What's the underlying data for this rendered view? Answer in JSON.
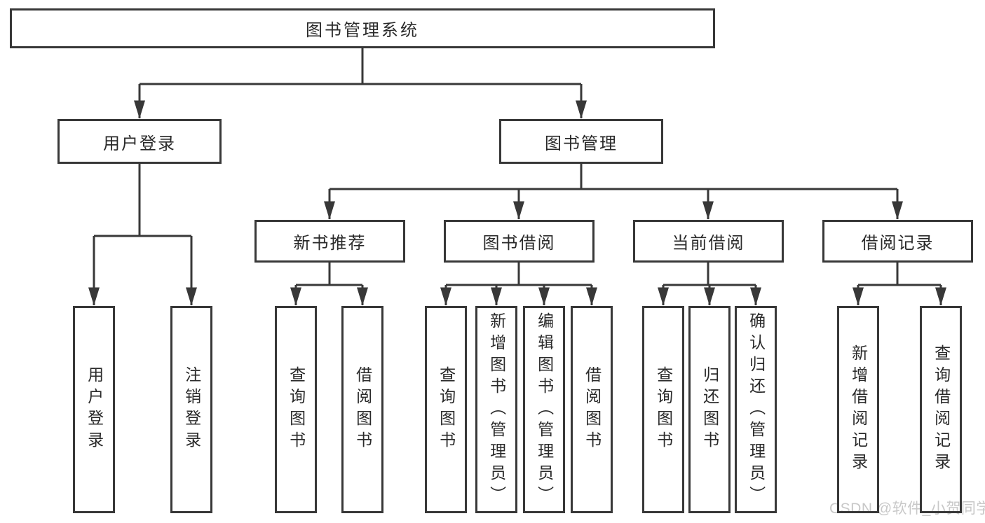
{
  "diagram": {
    "title": "图书管理系统",
    "type": "hierarchy-tree"
  },
  "tree": {
    "label": "图书管理系统",
    "children": [
      {
        "label": "用户登录",
        "children": [
          {
            "label": "用户登录"
          },
          {
            "label": "注销登录"
          }
        ]
      },
      {
        "label": "图书管理",
        "children": [
          {
            "label": "新书推荐",
            "children": [
              {
                "label": "查询图书"
              },
              {
                "label": "借阅图书"
              }
            ]
          },
          {
            "label": "图书借阅",
            "children": [
              {
                "label": "查询图书"
              },
              {
                "label": "新增图书（管理员）"
              },
              {
                "label": "编辑图书（管理员）"
              },
              {
                "label": "借阅图书"
              }
            ]
          },
          {
            "label": "当前借阅",
            "children": [
              {
                "label": "查询图书"
              },
              {
                "label": "归还图书"
              },
              {
                "label": "确认归还（管理员）"
              }
            ]
          },
          {
            "label": "借阅记录",
            "children": [
              {
                "label": "新增借阅记录"
              },
              {
                "label": "查询借阅记录"
              }
            ]
          }
        ]
      }
    ]
  },
  "watermark": {
    "text": "CSDN @软件_小贺同学"
  },
  "colors": {
    "line": "#383838",
    "box_border": "#383838",
    "text": "#2a2a2a",
    "background": "#ffffff",
    "watermark": "#c8c8c8"
  }
}
